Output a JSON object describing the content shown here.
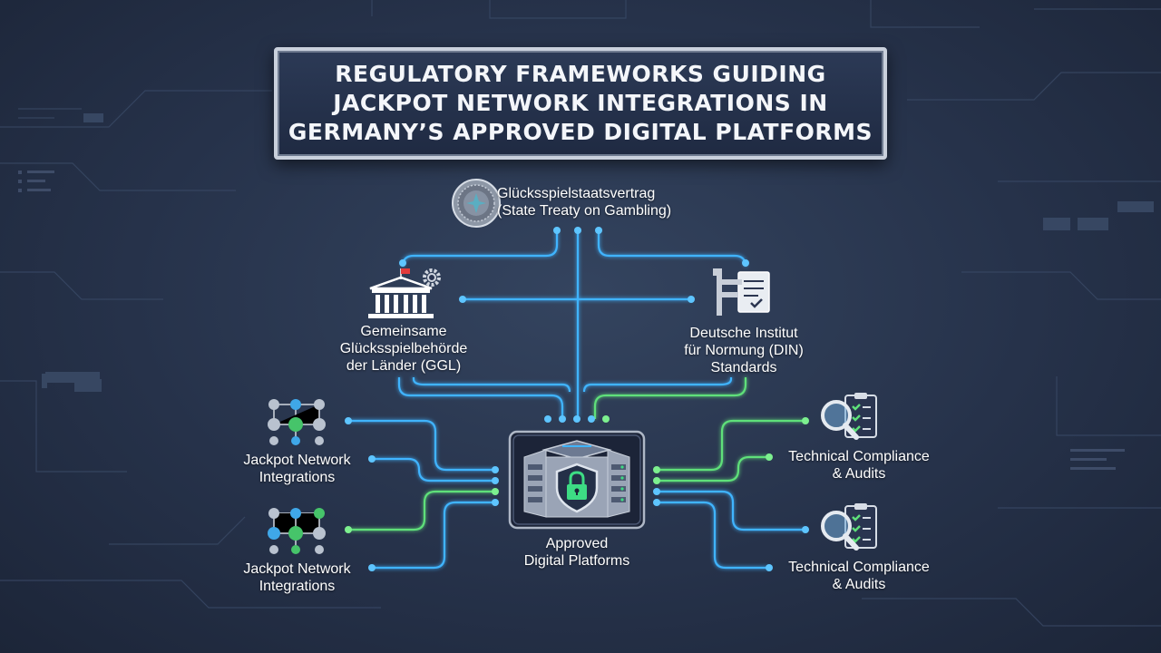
{
  "title": "REGULATORY FRAMEWORKS GUIDING\nJACKPOT NETWORK INTEGRATIONS IN\nGERMANY’S APPROVED DIGITAL PLATFORMS",
  "nodes": {
    "treaty": {
      "label": "Glücksspielstaatsvertrag\n(State Treaty on Gambling)",
      "icon": "seal-icon"
    },
    "ggl": {
      "label": "Gemeinsame\nGlücksspielbehörde\nder Länder (GGL)",
      "icon": "government-building-icon"
    },
    "din": {
      "label": "Deutsche Institut\nfür Normung (DIN)\nStandards",
      "icon": "caliper-document-icon"
    },
    "platform": {
      "label": "Approved\nDigital Platforms",
      "icon": "secure-server-icon"
    },
    "jackpot_1": {
      "label": "Jackpot Network\nIntegrations",
      "icon": "network-gears-icon"
    },
    "jackpot_2": {
      "label": "Jackpot Network\nIntegrations",
      "icon": "network-gears-icon"
    },
    "audit_1": {
      "label": "Technical Compliance\n& Audits",
      "icon": "magnifier-checklist-icon"
    },
    "audit_2": {
      "label": "Technical Compliance\n& Audits",
      "icon": "magnifier-checklist-icon"
    }
  },
  "colors": {
    "background": "#26324a",
    "wire_blue": "#3fb4ff",
    "wire_green": "#5fe07a",
    "title_border": "#c9d0dc",
    "lock": "#3ddc84"
  }
}
